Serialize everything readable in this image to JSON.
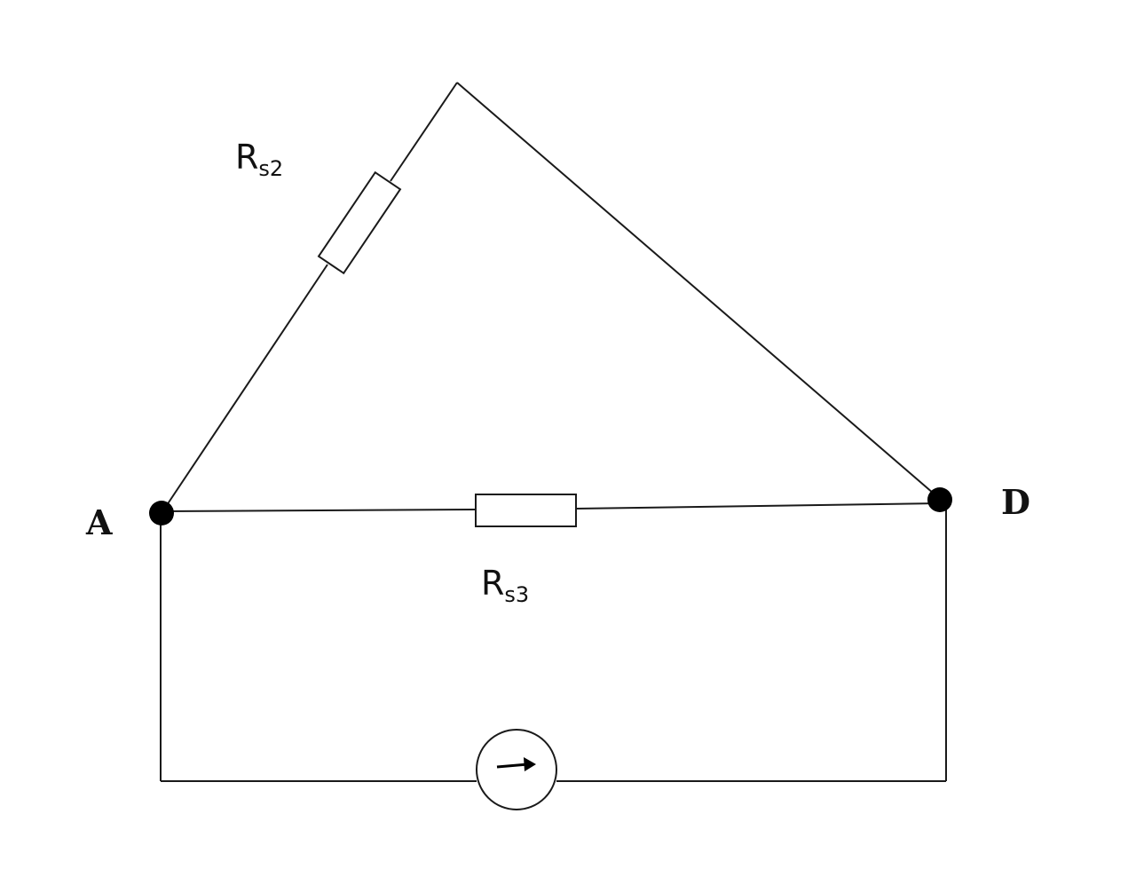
{
  "nodes": {
    "a": {
      "label": "A"
    },
    "d": {
      "label": "D"
    }
  },
  "resistors": {
    "rs2": {
      "symbol": "R",
      "subscript": "s2"
    },
    "rs3": {
      "symbol": "R",
      "subscript": "s3"
    }
  },
  "source": {
    "type": "current-source",
    "icon": "arrow-right-icon"
  },
  "colors": {
    "line": "#1a1a1a",
    "node": "#000000",
    "background": "#ffffff"
  }
}
